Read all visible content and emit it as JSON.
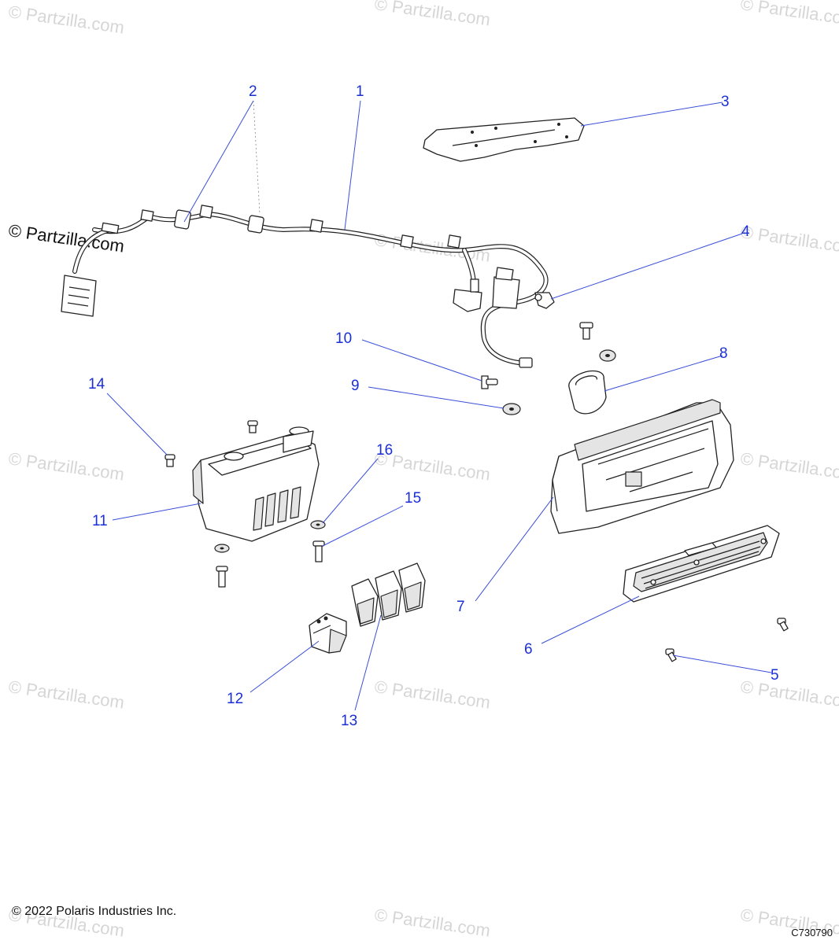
{
  "watermark": {
    "text": "© Partzilla.com"
  },
  "callouts": [
    "1",
    "2",
    "3",
    "4",
    "5",
    "6",
    "7",
    "8",
    "9",
    "10",
    "11",
    "12",
    "13",
    "14",
    "15",
    "16"
  ],
  "footer": {
    "copyright": "© 2022 Polaris Industries Inc.",
    "doc_id": "C730790"
  },
  "colors": {
    "callout": "#1a2fd6",
    "leader": "#3a4fd8",
    "watermark": "#d6d6d6",
    "line_art": "#222222"
  }
}
